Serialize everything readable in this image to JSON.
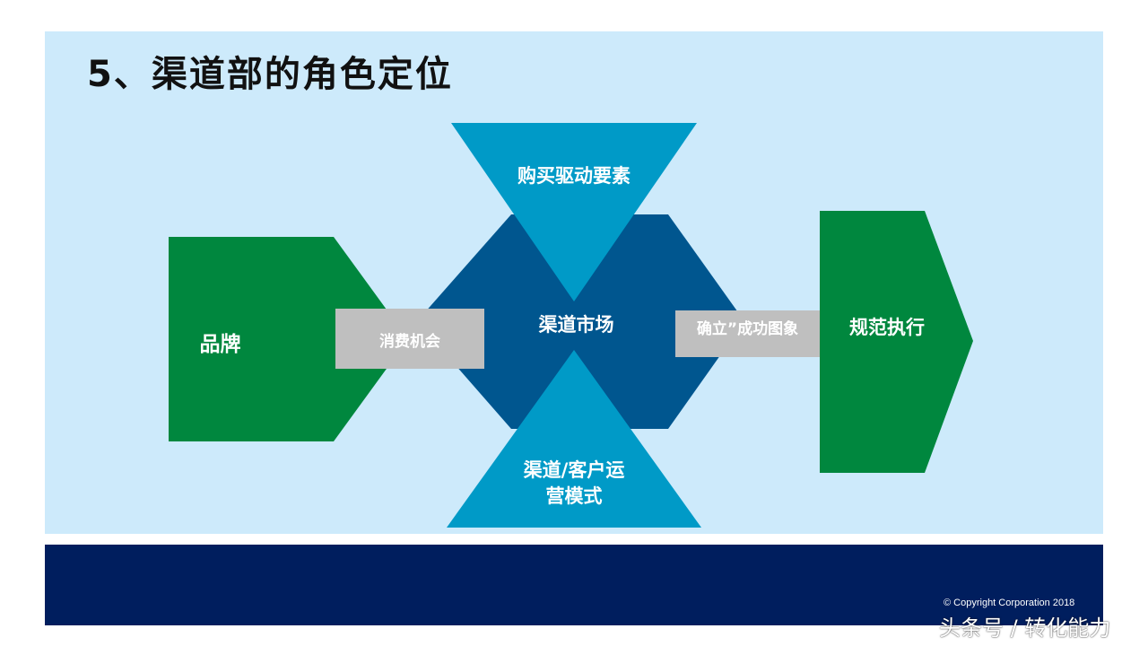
{
  "slide": {
    "title": "5、渠道部的角色定位",
    "copyright": "© Copyright Corporation 2018",
    "watermark": "头条号 / 转化能力"
  },
  "diagram": {
    "left_block": "品牌",
    "left_connector": "消费机会",
    "center": "渠道市场",
    "top_triangle": "购买驱动要素",
    "bottom_triangle_line1": "渠道/客户运",
    "bottom_triangle_line2": "营模式",
    "right_connector": "确立”成功图象",
    "right_block": "规范执行"
  },
  "colors": {
    "light_panel": "#cdeafb",
    "dark_band": "#001e5e",
    "green": "#00873e",
    "hexagon": "#00568f",
    "triangle": "#009ac7",
    "connector": "#bfbfbf"
  }
}
